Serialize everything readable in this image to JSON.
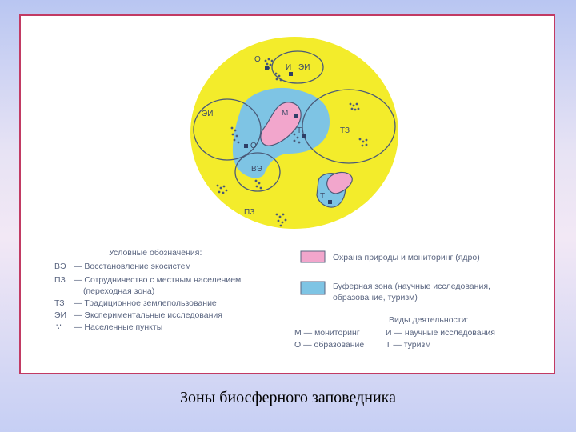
{
  "caption": "Зоны биосферного заповедника",
  "colors": {
    "transition_zone": "#f3ec2b",
    "buffer_zone": "#7ec4e4",
    "core": "#f2a6cc",
    "ink": "#4a5a78",
    "frame": "#c23a63"
  },
  "diagram": {
    "map_labels": {
      "ei_top": "ЭИ",
      "ei_left": "ЭИ",
      "tz": "ТЗ",
      "pz": "ПЗ",
      "ve": "ВЭ",
      "m": "М",
      "t_core": "Т",
      "t_small": "Т",
      "o_top": "О",
      "o_mid": "О",
      "i_top": "И"
    },
    "legend": {
      "title": "Условные обозначения:",
      "items": [
        {
          "abbr": "ВЭ",
          "text": "— Восстановление экосистем"
        },
        {
          "abbr": "ПЗ",
          "text": "— Сотрудничество с местным населением",
          "text2": "(переходная зона)"
        },
        {
          "abbr": "ТЗ",
          "text": "— Традиционное землепользование"
        },
        {
          "abbr": "ЭИ",
          "text": "— Экспериментальные исследования"
        },
        {
          "abbr": "∵",
          "text": "— Населенные пункты"
        }
      ],
      "color_keys": [
        {
          "color_name": "core",
          "line1": "Охрана природы и мониторинг (ядро)"
        },
        {
          "color_name": "buffer",
          "line1": "Буферная зона (научные исследования,",
          "line2": "образование, туризм)"
        }
      ],
      "activities_title": "Виды деятельности:",
      "activities": [
        {
          "left": "М — мониторинг",
          "right": "И — научные исследования"
        },
        {
          "left": "О — образование",
          "right": "Т — туризм"
        }
      ]
    }
  }
}
